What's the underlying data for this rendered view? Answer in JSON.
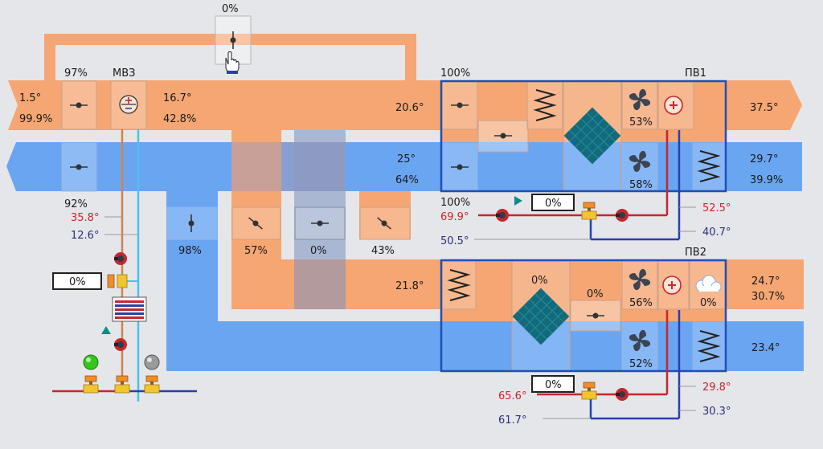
{
  "colors": {
    "supply_duct": "#f5a673",
    "exhaust_duct": "#6aa5f2",
    "background": "#e5e6e9",
    "unit_frame": "#1f4fb5",
    "hot_pipe": "#c7262e",
    "cold_pipe": "#2a3fae",
    "exchanger": "#136a7a"
  },
  "top": {
    "bypass_damper_pct": "0%"
  },
  "mv3": {
    "title": "МВЗ",
    "outdoor_temp": "1.5°",
    "outdoor_rh": "99.9%",
    "fresh_damper_pct": "97%",
    "exhaust_damper_pct": "92%",
    "after_heater_temp": "16.7°",
    "after_heater_rh": "42.8%",
    "water_supply_temp": "35.8°",
    "water_return_temp": "12.6°",
    "valve_pct": "0%"
  },
  "mixing": {
    "supply_temp": "20.6°",
    "exhaust_temp": "25°",
    "exhaust_rh": "64%",
    "dampers": [
      "98%",
      "57%",
      "0%",
      "43%"
    ],
    "pv2_inlet_temp": "21.8°"
  },
  "pv1": {
    "title": "ПВ1",
    "inlet_damper_pct": "100%",
    "exhaust_damper_pct": "100%",
    "supply_fan_pct": "53%",
    "exhaust_fan_pct": "58%",
    "supply_out_temp": "37.5°",
    "exhaust_out_temp": "29.7°",
    "exhaust_out_rh": "39.9%",
    "valve_pct": "0%",
    "heater_supply_temp": "69.9°",
    "heater_return_temp": "50.5°",
    "right_supply_temp": "52.5°",
    "right_return_temp": "40.7°"
  },
  "pv2": {
    "title": "ПВ2",
    "exchanger_pct": "0%",
    "bypass_pct": "0%",
    "supply_fan_pct": "56%",
    "humidifier_pct": "0%",
    "exhaust_fan_pct": "52%",
    "supply_out_temp": "24.7°",
    "supply_out_rh": "30.7%",
    "exhaust_out_temp": "23.4°",
    "valve_pct": "0%",
    "heater_supply_temp": "65.6°",
    "heater_return_temp": "61.7°",
    "right_supply_temp": "29.8°",
    "right_return_temp": "30.3°"
  }
}
